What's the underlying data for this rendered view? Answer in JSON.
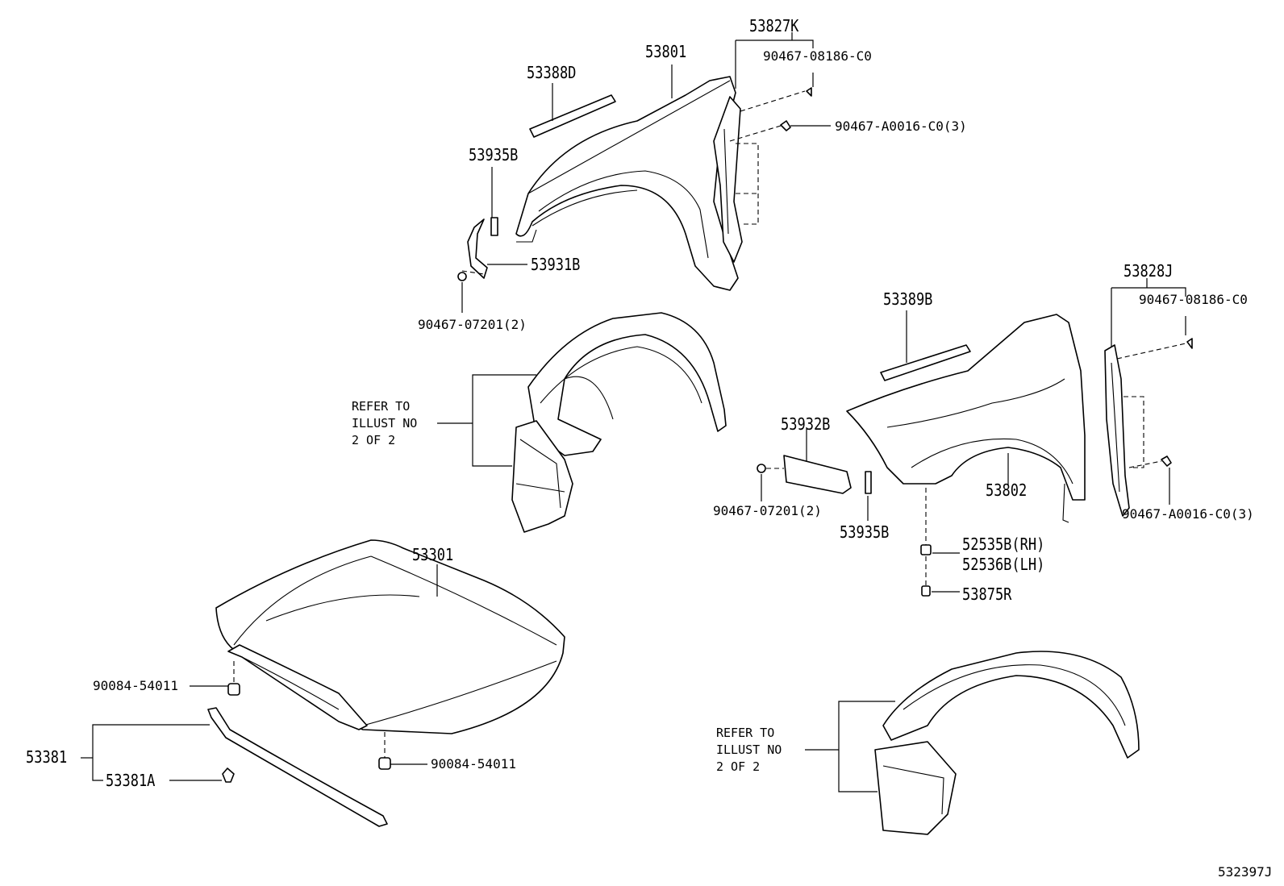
{
  "labels": {
    "p53827K": "53827K",
    "p90467_08186_C0_a": "90467-08186-C0",
    "p53388D": "53388D",
    "p53801": "53801",
    "p90467_A0016_C0_a": "90467-A0016-C0(3)",
    "p53935B_a": "53935B",
    "p53931B": "53931B",
    "p90467_07201_a": "90467-07201(2)",
    "p53828J": "53828J",
    "p90467_08186_C0_b": "90467-08186-C0",
    "p53389B": "53389B",
    "p53932B": "53932B",
    "p90467_07201_b": "90467-07201(2)",
    "p53935B_b": "53935B",
    "p53802": "53802",
    "p90467_A0016_C0_b": "90467-A0016-C0(3)",
    "p52535B": "52535B(RH)",
    "p52536B": "52536B(LH)",
    "p53875R": "53875R",
    "p53301": "53301",
    "p90084_54011_a": "90084-54011",
    "p90084_54011_b": "90084-54011",
    "p53381": "53381",
    "p53381A": "53381A",
    "diagram_code": "532397J"
  },
  "notes": {
    "refer_a": [
      "REFER TO",
      "ILLUST NO",
      "2 OF 2"
    ],
    "refer_b": [
      "REFER TO",
      "ILLUST NO",
      "2 OF 2"
    ]
  }
}
